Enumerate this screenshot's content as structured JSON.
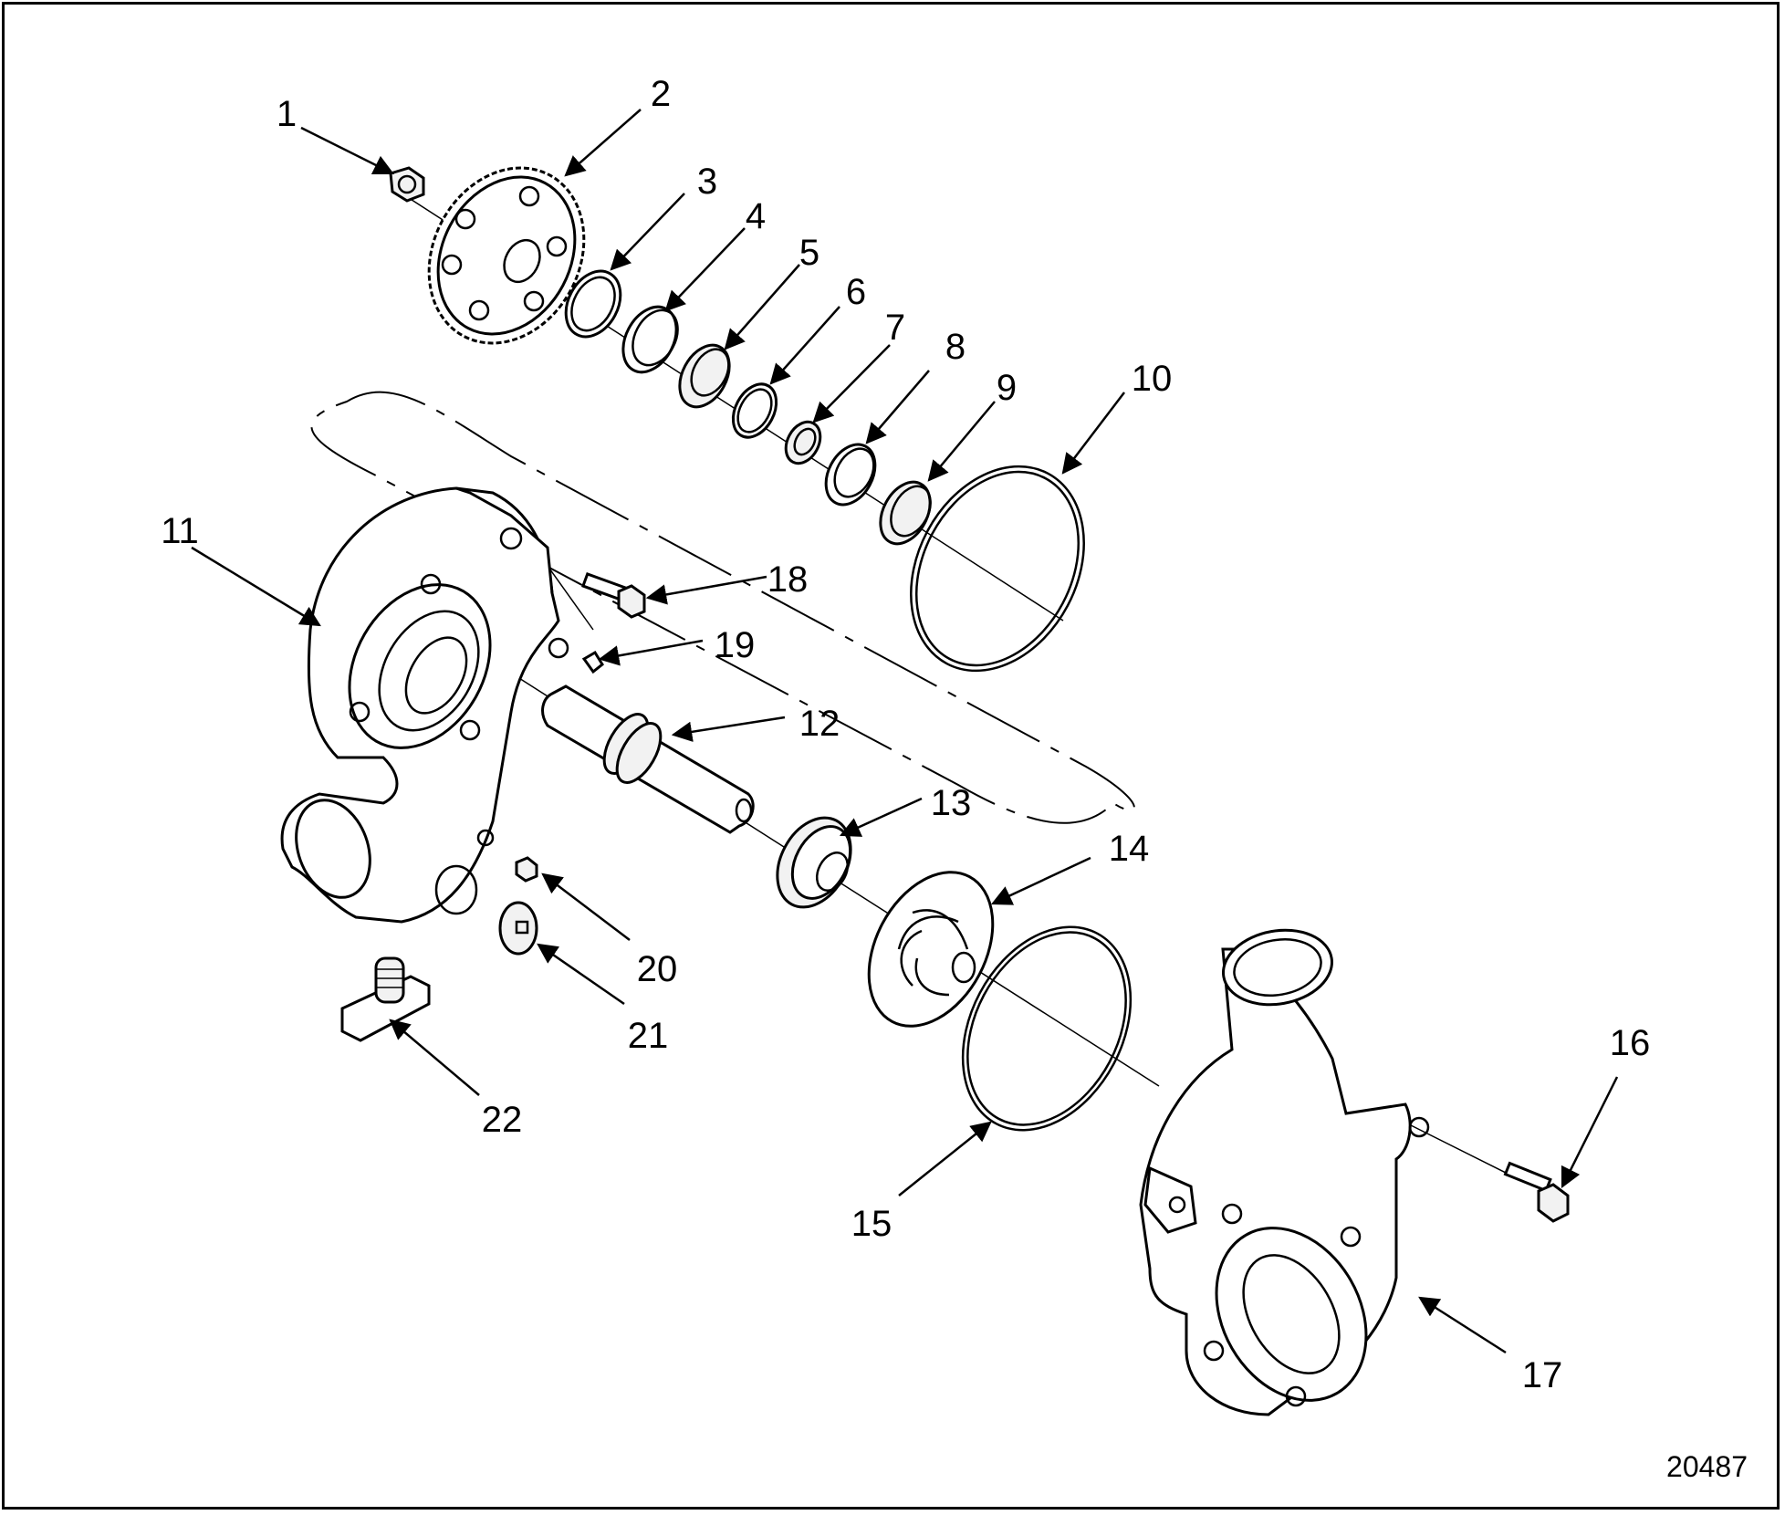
{
  "figure_id": "20487",
  "callouts": {
    "c1": "1",
    "c2": "2",
    "c3": "3",
    "c4": "4",
    "c5": "5",
    "c6": "6",
    "c7": "7",
    "c8": "8",
    "c9": "9",
    "c10": "10",
    "c11": "11",
    "c12": "12",
    "c13": "13",
    "c14": "14",
    "c15": "15",
    "c16": "16",
    "c17": "17",
    "c18": "18",
    "c19": "19",
    "c20": "20",
    "c21": "21",
    "c22": "22"
  }
}
